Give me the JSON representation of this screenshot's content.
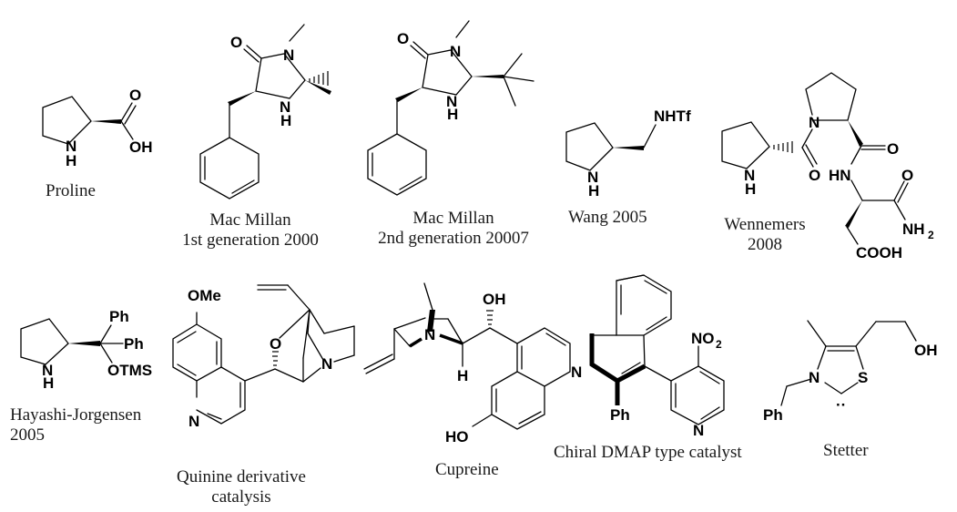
{
  "figure": {
    "title": "Organocatalysts overview",
    "catalysts": [
      {
        "id": "proline",
        "caption_lines": [
          "Proline"
        ],
        "atoms": {
          "n": "N",
          "h": "H",
          "o": "O",
          "oh": "OH"
        }
      },
      {
        "id": "macmillan-1",
        "caption_lines": [
          "Mac Millan",
          "1st generation 2000"
        ],
        "atoms": {
          "o": "O",
          "n": "N",
          "nh_n": "N",
          "nh_h": "H"
        }
      },
      {
        "id": "macmillan-2",
        "caption_lines": [
          "Mac Millan",
          "2nd generation 20007"
        ],
        "atoms": {
          "o": "O",
          "n": "N",
          "nh_n": "N",
          "nh_h": "H"
        }
      },
      {
        "id": "wang",
        "caption_lines": [
          "Wang 2005"
        ],
        "atoms": {
          "nhtf": "NHTf",
          "n": "N",
          "h": "H"
        }
      },
      {
        "id": "wennemers",
        "caption_lines": [
          "Wennemers",
          "2008"
        ],
        "atoms": {
          "n_pro": "N",
          "h_pro": "H",
          "n_ring": "N",
          "o1": "O",
          "o2": "O",
          "hn": "HN",
          "o3": "O",
          "nh2": "NH",
          "nh2_sub": "2",
          "cooh": "COOH"
        }
      },
      {
        "id": "hayashi-jorgensen",
        "caption_lines": [
          "Hayashi-Jorgensen",
          "2005"
        ],
        "atoms": {
          "ph1": "Ph",
          "ph2": "Ph",
          "otms": "OTMS",
          "n": "N",
          "h": "H"
        }
      },
      {
        "id": "quinine-derivative",
        "caption_lines": [
          "Quinine derivative",
          "catalysis"
        ],
        "atoms": {
          "ome": "OMe",
          "o": "O",
          "n_ring": "N",
          "n_quin": "N"
        }
      },
      {
        "id": "cupreine",
        "caption_lines": [
          "Cupreine"
        ],
        "atoms": {
          "oh": "OH",
          "n": "N",
          "h": "H",
          "n_quin": "N",
          "ho": "HO"
        }
      },
      {
        "id": "chiral-dmap",
        "caption_lines": [
          "Chiral DMAP type catalyst"
        ],
        "atoms": {
          "no2": "NO",
          "no2_sub": "2",
          "ph": "Ph",
          "n": "N"
        }
      },
      {
        "id": "stetter",
        "caption_lines": [
          "Stetter"
        ],
        "atoms": {
          "oh": "OH",
          "n": "N",
          "s": "S",
          "ph": "Ph",
          "carbene": "··"
        }
      }
    ]
  }
}
